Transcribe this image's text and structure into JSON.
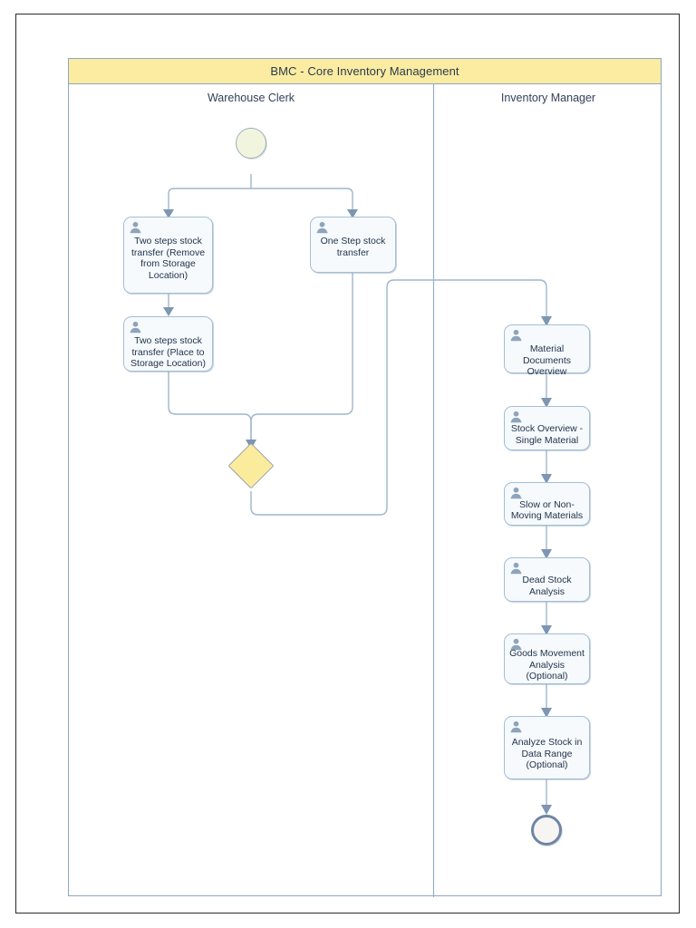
{
  "pool": {
    "title": "BMC - Core Inventory Management",
    "title_color": "#fbeca2",
    "border_color": "#8ba6c4"
  },
  "lanes": [
    {
      "id": "warehouse-clerk",
      "label": "Warehouse Clerk"
    },
    {
      "id": "inventory-manager",
      "label": "Inventory Manager"
    }
  ],
  "events": {
    "start": {
      "name": "start-event",
      "label": "",
      "fill": "#f2f5de"
    },
    "end": {
      "name": "end-event",
      "label": "",
      "fill": "#f7f5f4"
    }
  },
  "gateway": {
    "name": "exclusive-gateway",
    "label": "",
    "fill": "#fbeb9d"
  },
  "tasks": {
    "two_step_remove": "Two steps stock\ntransfer (Remove\nfrom Storage\nLocation)",
    "two_step_place": "Two steps stock\ntransfer (Place to\nStorage Location)",
    "one_step": "One Step stock\ntransfer",
    "material_documents": "Material\nDocuments\nOverview",
    "stock_overview": "Stock Overview -\nSingle Material",
    "slow_moving": "Slow or Non-\nMoving Materials",
    "dead_stock": "Dead Stock\nAnalysis",
    "goods_movement": "Goods Movement\nAnalysis\n(Optional)",
    "analyze_stock": "Analyze Stock in\nData Range\n(Optional)"
  },
  "icons": {
    "task_icon": "user-icon"
  },
  "colors": {
    "task_fill": "#f6fafd",
    "task_border": "#a5bede",
    "edge": "#9fb6cd",
    "text": "#23344a"
  }
}
